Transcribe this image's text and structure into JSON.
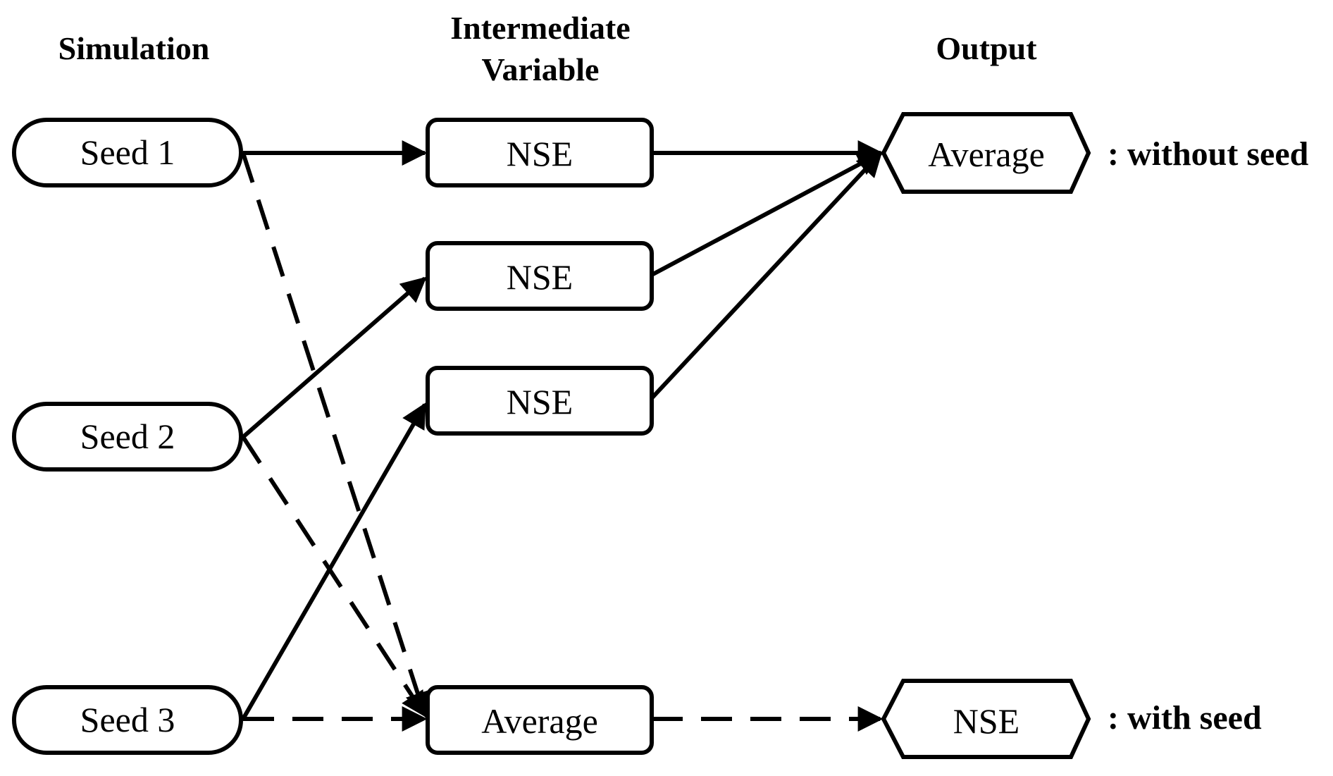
{
  "headers": {
    "simulation": "Simulation",
    "intermediate_line1": "Intermediate",
    "intermediate_line2": "Variable",
    "output": "Output"
  },
  "simulation_nodes": [
    {
      "label": "Seed 1"
    },
    {
      "label": "Seed 2"
    },
    {
      "label": "Seed 3"
    }
  ],
  "intermediate_nodes": [
    {
      "label": "NSE"
    },
    {
      "label": "NSE"
    },
    {
      "label": "NSE"
    },
    {
      "label": "Average"
    }
  ],
  "output_nodes": [
    {
      "label": "Average"
    },
    {
      "label": "NSE"
    }
  ],
  "legend": {
    "without_seed": ": without seed",
    "with_seed": ": with seed"
  },
  "colors": {
    "stroke": "#000000",
    "background": "#ffffff"
  }
}
